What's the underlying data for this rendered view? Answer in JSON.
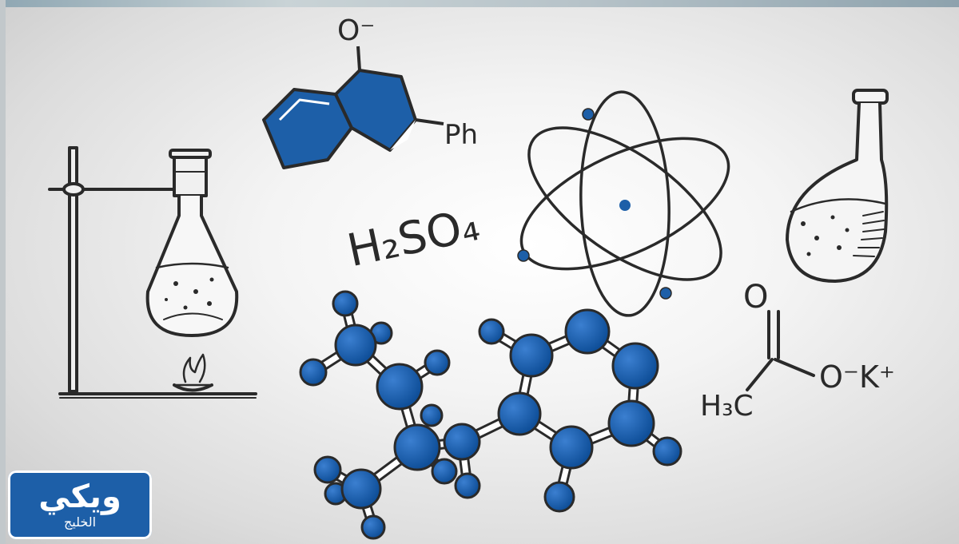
{
  "formulas": {
    "oxide": "O⁻",
    "phenyl": "Ph",
    "sulfuric_acid": "H₂SO₄",
    "carbonyl_o": "O",
    "methyl": "H₃C",
    "salt": "O⁻K⁺"
  },
  "logo": {
    "main_text": "ويكي",
    "sub_text": "الخليج"
  },
  "colors": {
    "accent_blue": "#1d5fa8",
    "ink": "#2a2a2a"
  }
}
